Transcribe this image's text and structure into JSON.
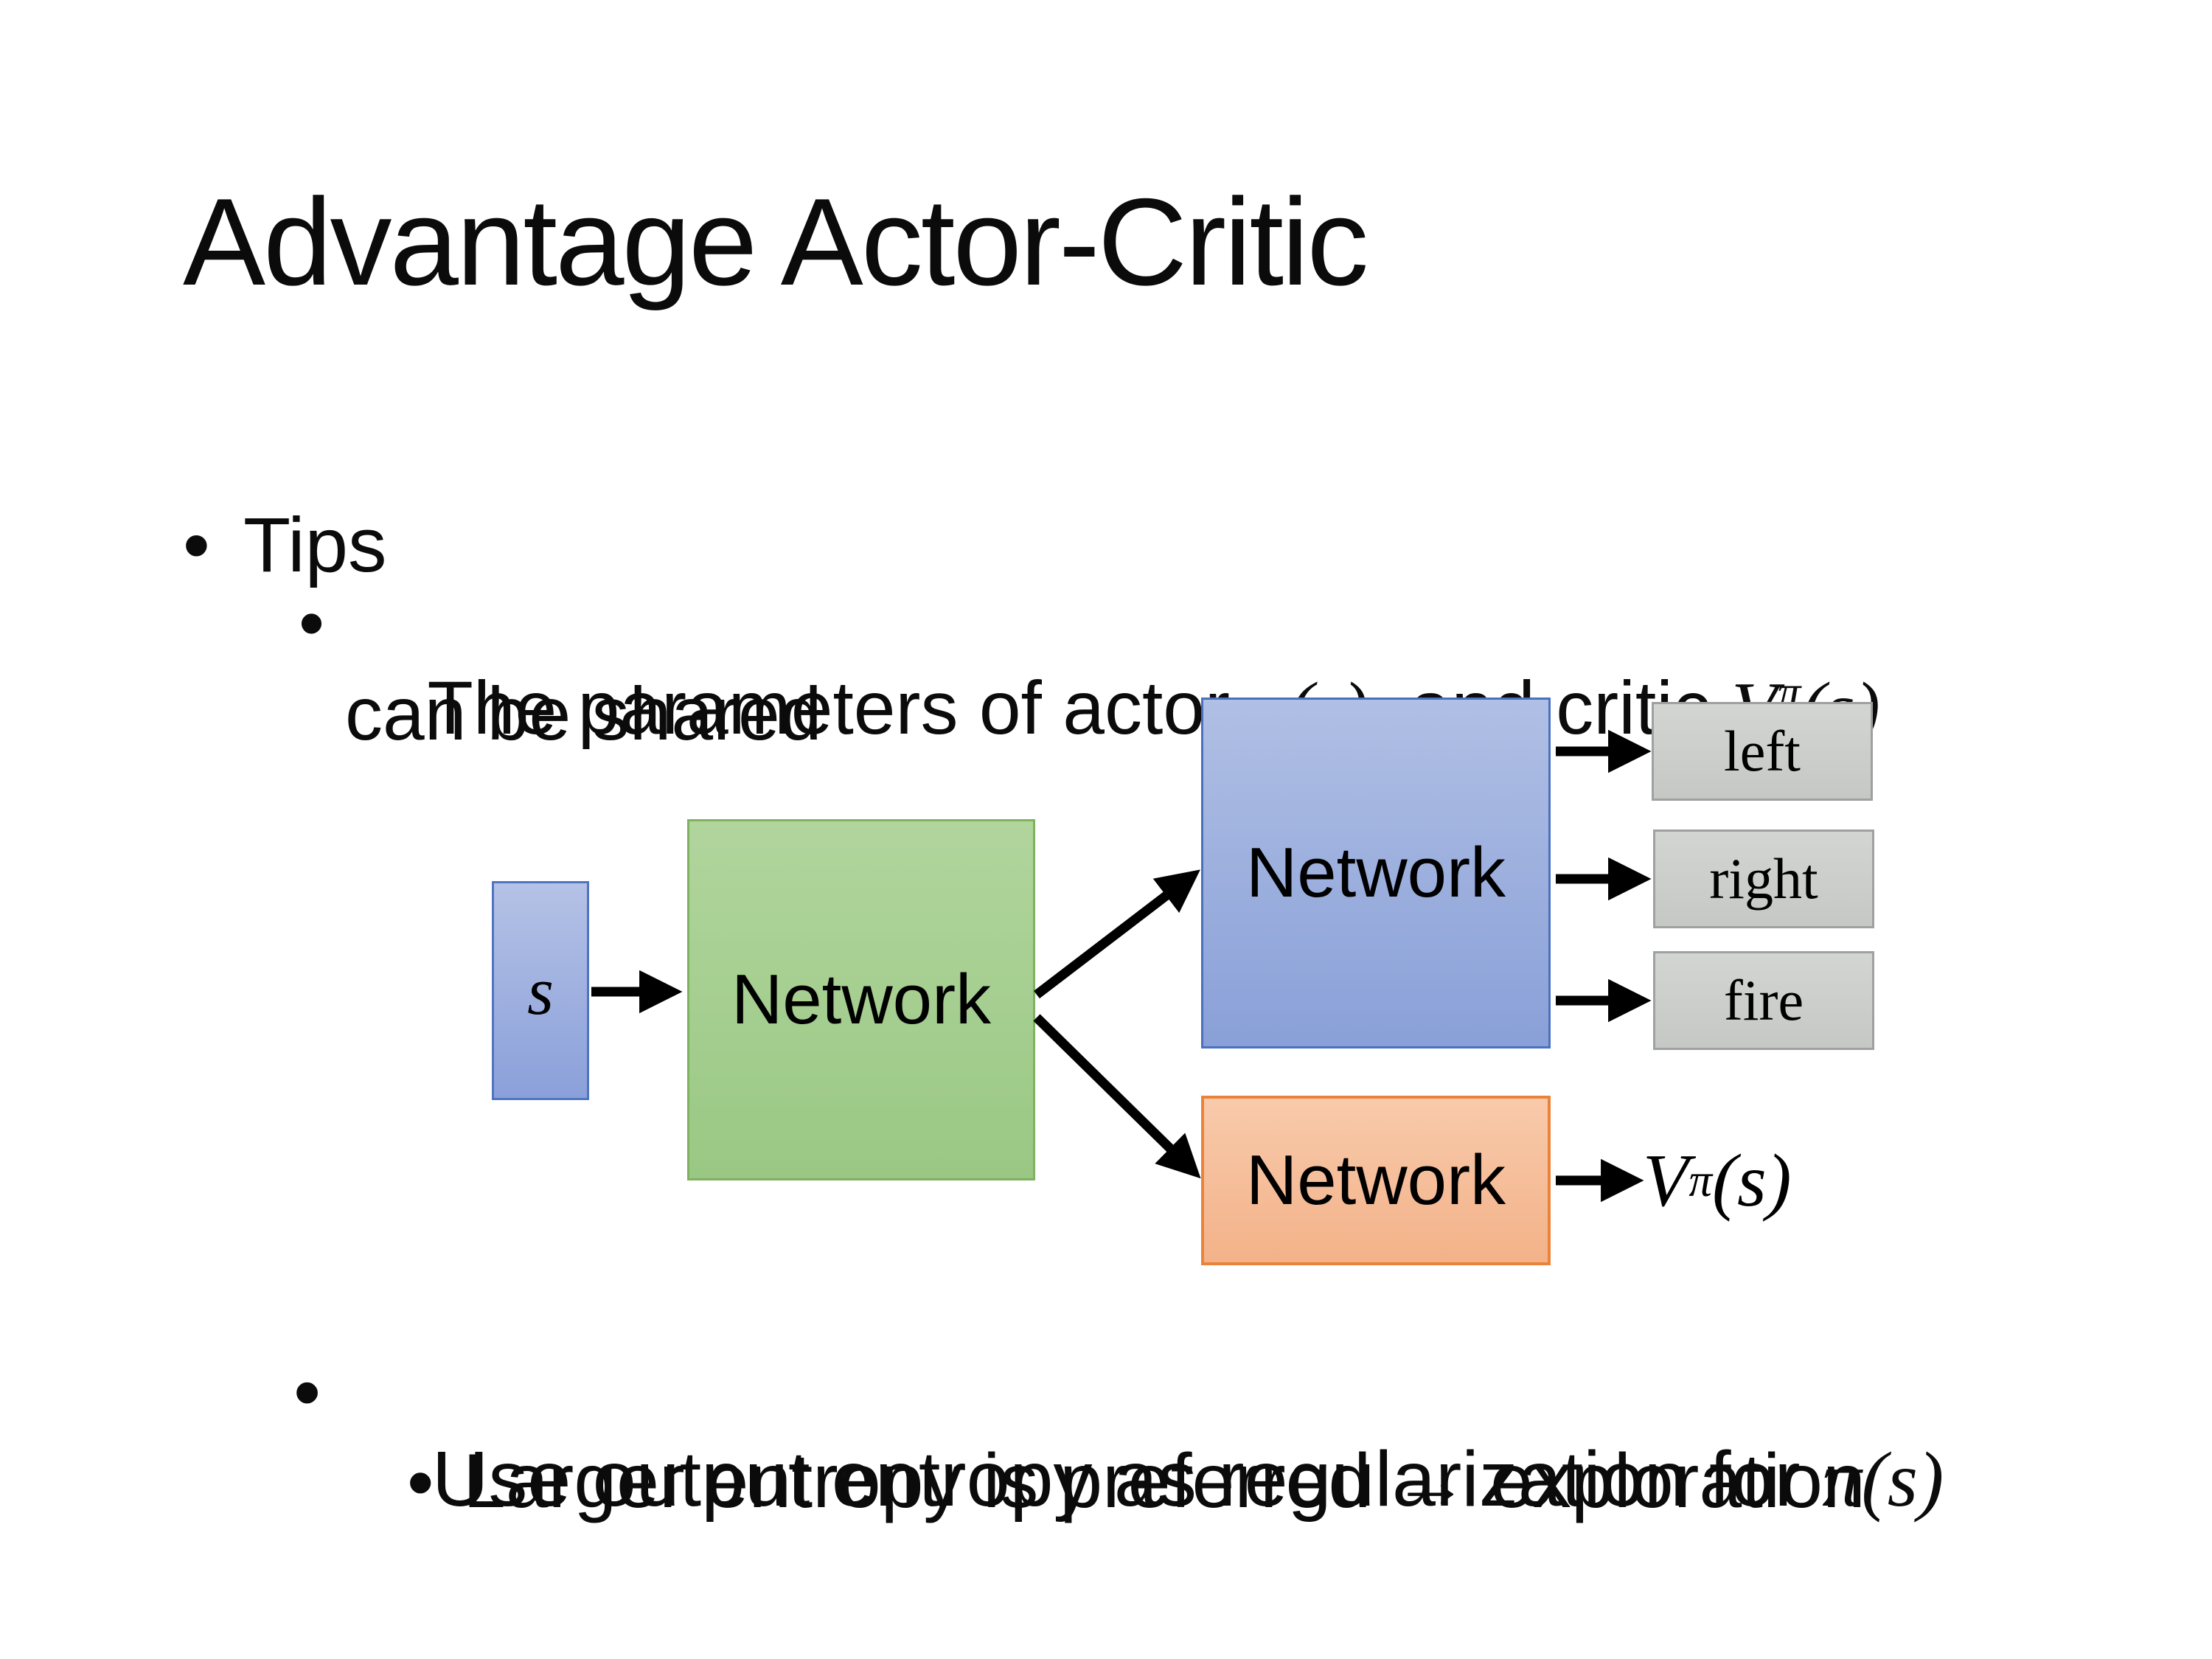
{
  "title": "Advantage Actor-Critic",
  "bullet_char": "•",
  "bullets": {
    "tips": "Tips",
    "param_prefix": "The parameters of actor ",
    "param_pi": "π(s)",
    "param_mid": "  and critic ",
    "param_v_base": "V",
    "param_v_sup": "π",
    "param_v_arg": "(s)",
    "param_line2": "can be shared",
    "entropy_prefix": "Use output entropy as regularization for ",
    "entropy_pi": "π(s)",
    "larger_entropy": "Larger entropy is preferred → exploration"
  },
  "diagram": {
    "state_label": "s",
    "shared_network": "Network",
    "actor_network": "Network",
    "critic_network": "Network",
    "actions": [
      "left",
      "right",
      "fire"
    ],
    "value_base": "V",
    "value_sup": "π",
    "value_arg": "(s)"
  },
  "colors": {
    "background": "#ffffff",
    "text": "#0b0b0b",
    "arrow": "#000000",
    "state_box_fill": "#9fb1e0",
    "state_box_border": "#4f74c2",
    "shared_network_fill": "#a5ce90",
    "shared_network_border": "#7fb260",
    "actor_network_fill": "#9cb0de",
    "actor_network_border": "#4a70c0",
    "critic_network_fill": "#f5be9a",
    "critic_network_border": "#ea8339",
    "action_box_fill": "#cdcfcc",
    "action_box_border": "#9fa0a1"
  }
}
